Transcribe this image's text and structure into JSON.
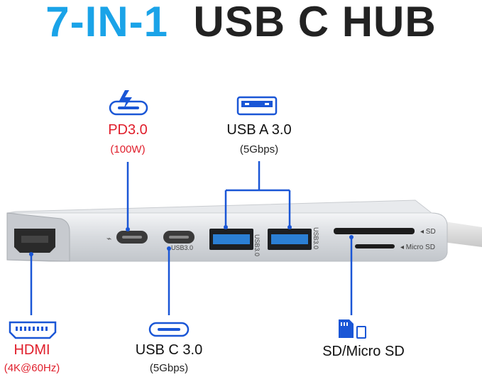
{
  "title": {
    "accent": "7-IN-1",
    "main": "USB C HUB"
  },
  "ports": {
    "pd": {
      "label": "PD3.0",
      "sub": "(100W)"
    },
    "usba": {
      "label": "USB A 3.0",
      "sub": "(5Gbps)"
    },
    "hdmi": {
      "label": "HDMI",
      "sub": "(4K@60Hz)"
    },
    "usbc": {
      "label": "USB C 3.0",
      "sub": "(5Gbps)"
    },
    "sd": {
      "label": "SD/Micro SD"
    }
  },
  "device_labels": {
    "usbc_port": "USB3.0",
    "usba1": "USB3.0",
    "usba2": "USB3.0",
    "sd_slot": "◂ SD",
    "microsd_slot": "◂ Micro SD"
  },
  "colors": {
    "accent": "#1aa3e8",
    "line": "#1a56d6",
    "red": "#e01e2b",
    "usb_blue": "#2b7fd4"
  }
}
